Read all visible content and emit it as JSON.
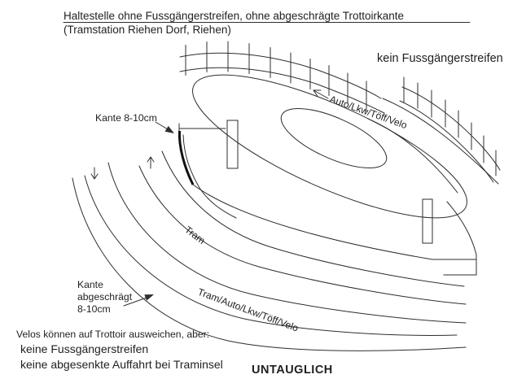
{
  "title": {
    "line1": "Haltestelle ohne Fussgängerstreifen, ohne abgeschrägte Trottoirkante",
    "line2": "(Tramstation Riehen Dorf, Riehen)"
  },
  "annotations": {
    "no_crosswalk": "kein Fussgängerstreifen",
    "kante_top": "Kante 8-10cm",
    "kante_bottom_lines": [
      "Kante",
      "abgeschrägt",
      "8-10cm"
    ],
    "note_lines": [
      "Velos können auf Trottoir ausweichen, aber:",
      "keine Fussgängerstreifen",
      "keine abgesenkte Auffahrt bei Traminsel"
    ],
    "verdict": "UNTAUGLICH"
  },
  "lanes": {
    "top_lane": "Auto/Lkw/Töff/Velo",
    "tram_lane": "Tram",
    "bottom_lane": "Tram/Auto/Lkw/Töff/Velo"
  },
  "colors": {
    "ink": "#2e2e2e",
    "text": "#1f1f1f",
    "background": "#ffffff"
  }
}
